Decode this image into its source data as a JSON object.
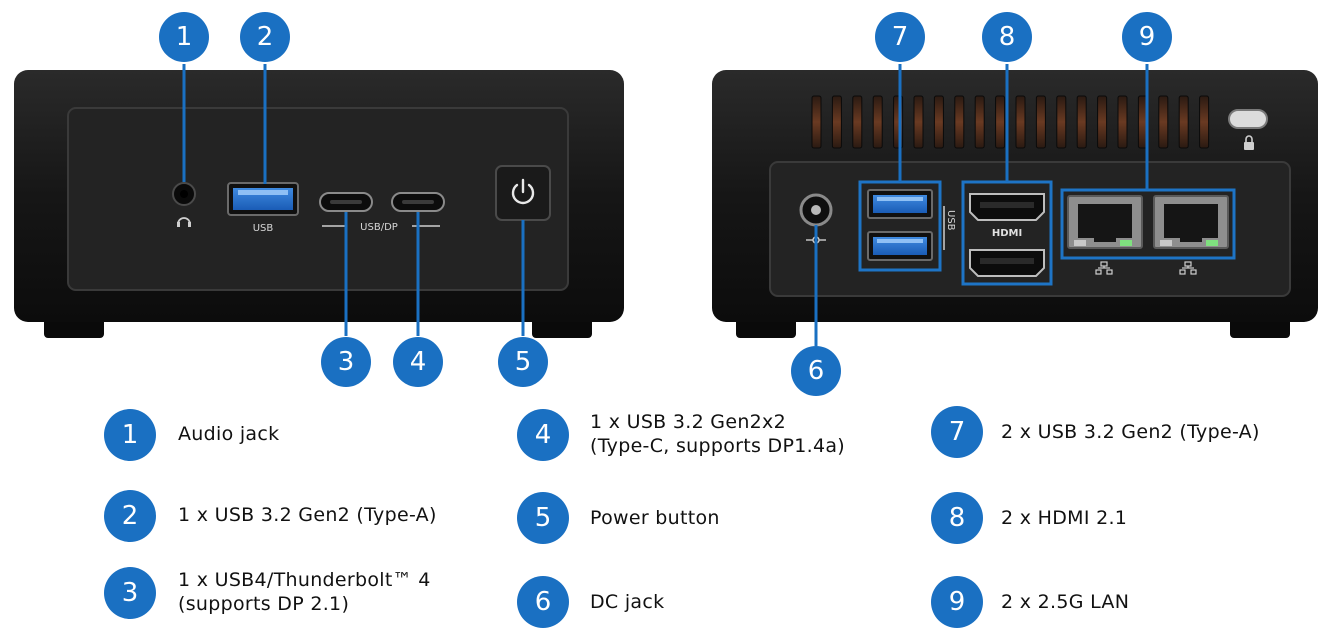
{
  "colors": {
    "callout_blue": "#1a70c2",
    "highlight_blue": "#1e74c6",
    "chassis": "#141414",
    "panel": "#232323",
    "text": "#111111"
  },
  "device_labels": {
    "usb_front": "USB",
    "usb_dp_front": "USB/DP",
    "usb_rear": "USB",
    "hdmi_logo": "HDMI"
  },
  "callouts": [
    {
      "number": "1"
    },
    {
      "number": "2"
    },
    {
      "number": "3"
    },
    {
      "number": "4"
    },
    {
      "number": "5"
    },
    {
      "number": "6"
    },
    {
      "number": "7"
    },
    {
      "number": "8"
    },
    {
      "number": "9"
    }
  ],
  "legend": [
    {
      "number": "1",
      "lines": [
        "Audio jack"
      ]
    },
    {
      "number": "2",
      "lines": [
        "1 x USB 3.2 Gen2 (Type-A)"
      ]
    },
    {
      "number": "3",
      "lines": [
        "1 x USB4/Thunderbolt™ 4",
        "(supports DP 2.1)"
      ]
    },
    {
      "number": "4",
      "lines": [
        "1 x USB 3.2 Gen2x2",
        "(Type-C, supports DP1.4a)"
      ]
    },
    {
      "number": "5",
      "lines": [
        "Power button"
      ]
    },
    {
      "number": "6",
      "lines": [
        "DC jack"
      ]
    },
    {
      "number": "7",
      "lines": [
        "2 x USB 3.2 Gen2 (Type-A)"
      ]
    },
    {
      "number": "8",
      "lines": [
        "2 x HDMI 2.1"
      ]
    },
    {
      "number": "9",
      "lines": [
        "2 x 2.5G  LAN"
      ]
    }
  ]
}
